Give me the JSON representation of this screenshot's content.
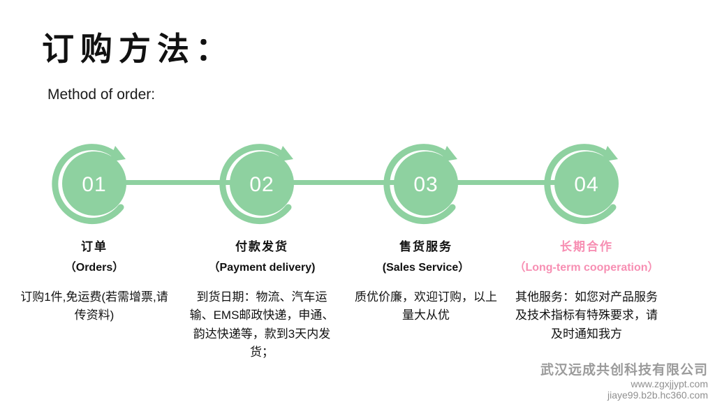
{
  "title": "订购方法：",
  "subtitle": "Method of order:",
  "colors": {
    "green": "#8ed1a0",
    "pink": "#f78fb3",
    "ink": "#111111",
    "watermark": "#9b9b9b"
  },
  "steps": [
    {
      "number": "01",
      "title_cn": "订单",
      "title_en": "（Orders）",
      "body": "订购1件,免运费(若需增票,请传资料)",
      "highlight": false
    },
    {
      "number": "02",
      "title_cn": "付款发货",
      "title_en": "（Payment delivery)",
      "body": "到货日期：物流、汽车运输、EMS邮政快递，申通、韵达快递等，款到3天内发货；",
      "highlight": false
    },
    {
      "number": "03",
      "title_cn": "售货服务",
      "title_en": "(Sales Service）",
      "body": "质优价廉，欢迎订购，以上量大从优",
      "highlight": false
    },
    {
      "number": "04",
      "title_cn": "长期合作",
      "title_en": "（Long-term cooperation）",
      "body": "其他服务：如您对产品服务及技术指标有特殊要求，请及时通知我方",
      "highlight": true
    }
  ],
  "watermark": {
    "company": "武汉远成共创科技有限公司",
    "url1": "www.zgxjjypt.com",
    "url2": "jiaye99.b2b.hc360.com"
  }
}
